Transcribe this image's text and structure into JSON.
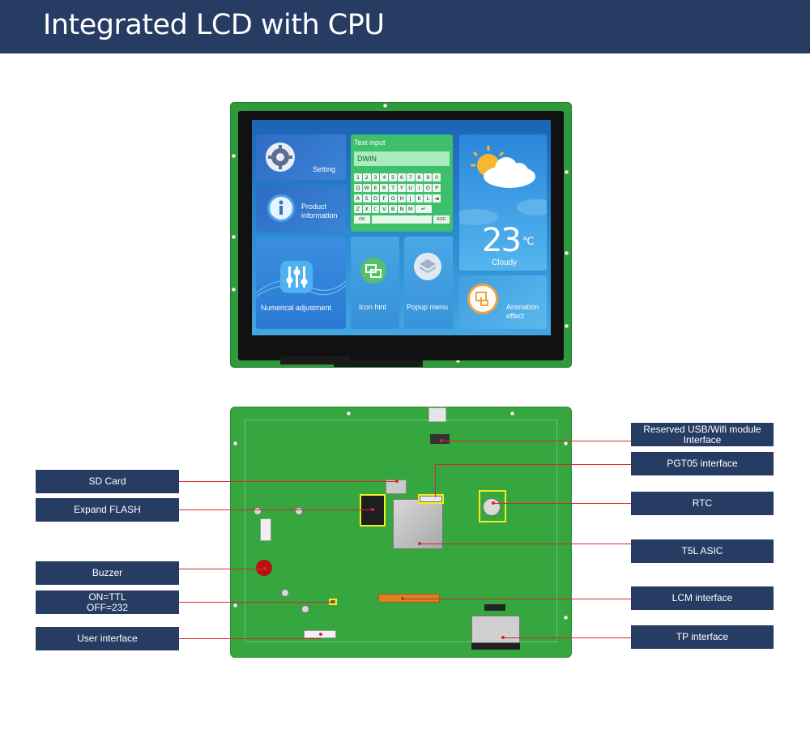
{
  "header": {
    "title": "Integrated LCD with CPU"
  },
  "screen": {
    "setting": "Setting",
    "product": "Product\ninformation",
    "text_input_title": "Text input",
    "text_input_value": "DWIN",
    "keyboard_rows": [
      [
        "1",
        "2",
        "3",
        "4",
        "5",
        "6",
        "7",
        "8",
        "9",
        "0"
      ],
      [
        "Q",
        "W",
        "E",
        "R",
        "T",
        "Y",
        "U",
        "I",
        "O",
        "P"
      ],
      [
        "A",
        "S",
        "D",
        "F",
        "G",
        "H",
        "J",
        "K",
        "L",
        "◄"
      ],
      [
        "Z",
        "X",
        "C",
        "V",
        "B",
        "N",
        "M",
        "↵ Enter"
      ]
    ],
    "key_ok": "OK",
    "key_esc": "ESC",
    "numerical": "Numerical adjustment",
    "icon_hint": "Icon hint",
    "popup_menu": "Popup menu",
    "temperature": "23",
    "temp_unit": "℃",
    "weather": "Cloudy",
    "animation": "Animation\neffect"
  },
  "callouts": {
    "sd_card": "SD Card",
    "expand_flash": "Expand FLASH",
    "buzzer": "Buzzer",
    "on_off": "ON=TTL\nOFF=232",
    "user_interface": "User interface",
    "reserved_usb": "Reserved USB/Wifi module\nInterface",
    "pgt05": "PGT05 interface",
    "rtc": "RTC",
    "t5l": "T5L ASIC",
    "lcm": "LCM interface",
    "tp": "TP interface"
  },
  "colors": {
    "header_bg": "#263c63",
    "callout_bg": "#263c63",
    "pcb_green": "#36a63f",
    "leader_red": "#d9262c",
    "highlight_yellow": "#f5ec1e"
  }
}
